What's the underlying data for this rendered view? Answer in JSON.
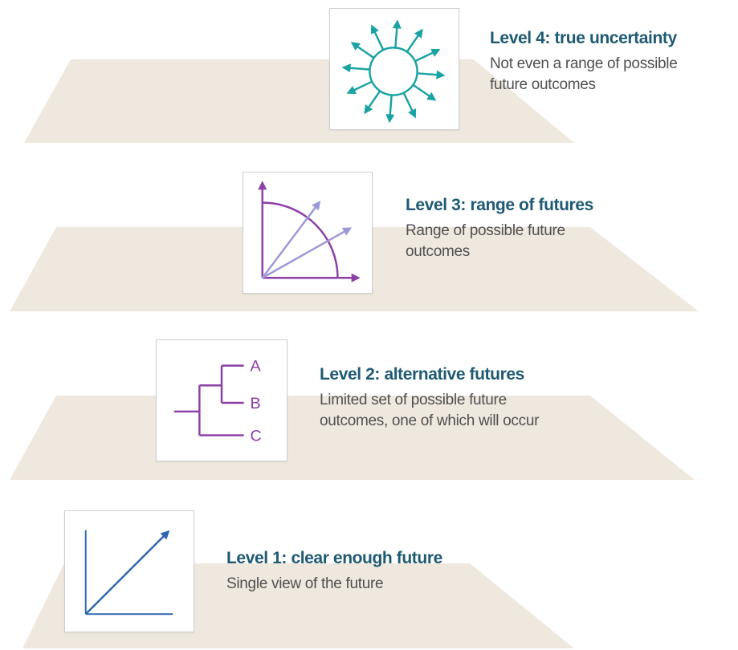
{
  "colors": {
    "platform": "#efe8df",
    "title_text": "#1e5a73",
    "body_text": "#505050",
    "level4_icon": "#1ba3a3",
    "level3_axis": "#8c3fa6",
    "level3_arrows": "#9d99d6",
    "level2_tree": "#8c3fa6",
    "level1_icon": "#2e68b0"
  },
  "levels": [
    {
      "title": "Level 4: true uncertainty",
      "description_lines": [
        "Not even a range of possible",
        "future outcomes"
      ],
      "icon": "starburst-arrows-icon"
    },
    {
      "title": "Level 3: range of futures",
      "description_lines": [
        "Range of possible future",
        "outcomes"
      ],
      "icon": "fan-of-arrows-icon"
    },
    {
      "title": "Level 2: alternative futures",
      "description_lines": [
        "Limited set of possible future",
        "outcomes, one of which will occur"
      ],
      "icon": "decision-tree-icon",
      "branches": [
        "A",
        "B",
        "C"
      ]
    },
    {
      "title": "Level 1: clear enough future",
      "description_lines": [
        "Single view of the future"
      ],
      "icon": "single-trend-arrow-icon"
    }
  ]
}
